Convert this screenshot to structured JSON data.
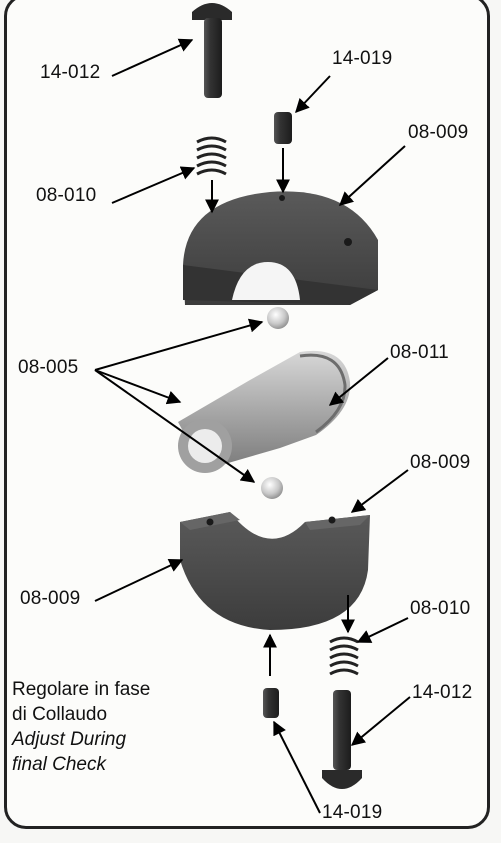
{
  "labels": {
    "top_pin": "14-012",
    "top_set_screw": "14-019",
    "top_housing": "08-009",
    "top_spring": "08-010",
    "balls": "08-005",
    "shaft": "08-011",
    "lower_housing_right": "08-009",
    "lower_housing_left": "08-009",
    "bottom_spring": "08-010",
    "bottom_pin": "14-012",
    "bottom_set_screw": "14-019"
  },
  "note": {
    "line1": "Regolare in fase",
    "line2": "di Collaudo",
    "line3": "Adjust During",
    "line4": "final Check"
  }
}
